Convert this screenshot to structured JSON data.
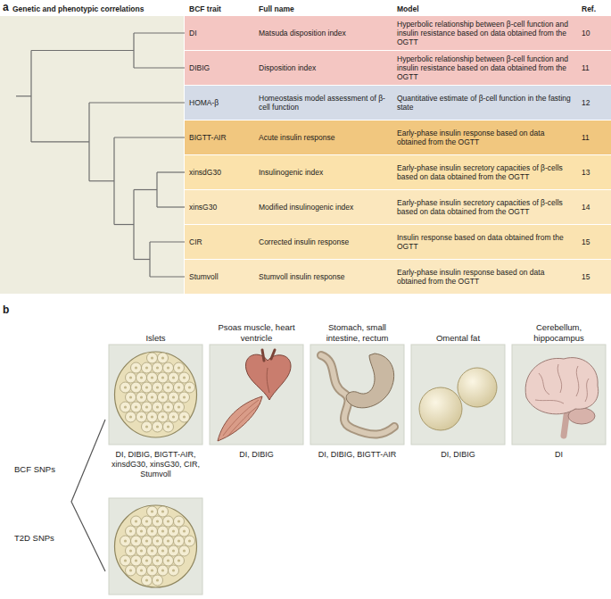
{
  "diagram": {
    "nodes": [
      {
        "text": [
          "DI",
          "Matsuda disposition index",
          "Hyperbolic relationship between β-cell function and insulin resistance based on data obtained from the OGTT",
          "10"
        ]
      },
      {
        "text": [
          "DIBIG",
          "Disposition index",
          "Hyperbolic relationship between β-cell function and insulin resistance based on data obtained from the OGTT",
          "11"
        ]
      },
      {
        "text": [
          "HOMA-β",
          "Homeostasis model assessment of β-cell function",
          "Quantitative estimate of β-cell function in the fasting state",
          "12"
        ]
      },
      {
        "text": [
          "BIGTT-AIR",
          "Acute insulin response",
          "Early-phase insulin response based on data obtained from the OGTT",
          "11"
        ]
      },
      {
        "text": [
          "xinsdG30",
          "Insulinogenic index",
          "Early-phase insulin secretory capacities of β-cells based on data obtained from the OGTT",
          "13"
        ]
      },
      {
        "text": [
          "xinsG30",
          "Modified insulinogenic index",
          "Early-phase insulin secretory capacities of β-cells based on data obtained from the OGTT",
          "14"
        ]
      },
      {
        "text": [
          "CIR",
          "Corrected insulin response",
          "Insulin response based on data obtained from the OGTT",
          "15"
        ]
      },
      {
        "text": [
          "Stumvoll",
          "Stumvoll insulin response",
          "Early-phase insulin response based on data obtained from the OGTT",
          "15"
        ]
      },
      {
        "text": [
          "Islets",
          "DI, DIBIG, BIGTT-AIR, xinsdG30, xinsG30, CIR, Stumvoll"
        ]
      },
      {
        "text": [
          "Psoas muscle, heart ventricle",
          "DI, DIBIG"
        ]
      },
      {
        "text": [
          "Stomach, small intestine, rectum",
          "DI, DIBIG, BIGTT-AIR"
        ]
      },
      {
        "text": [
          "Omental fat",
          "DI, DIBIG"
        ]
      },
      {
        "text": [
          "Cerebellum, hippocampus",
          "DI"
        ]
      }
    ],
    "labels": [
      "a",
      "Genetic and phenotypic correlations",
      "BCF trait",
      "Full name",
      "Model",
      "Ref.",
      "b",
      "BCF SNPs",
      "T2D SNPs"
    ]
  }
}
